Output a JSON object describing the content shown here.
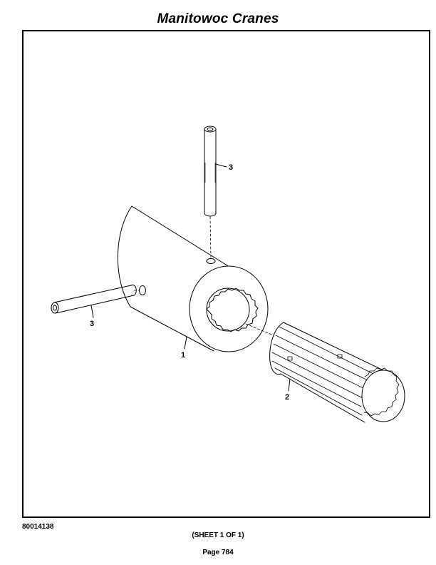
{
  "header": {
    "title": "Manitowoc Cranes"
  },
  "drawing": {
    "callouts": {
      "housing": "1",
      "splined_shaft": "2",
      "pin_vertical": "3",
      "pin_horizontal": "3"
    },
    "drawing_number": "80014138"
  },
  "footer": {
    "sheet": "(SHEET 1 OF 1)",
    "page": "Page 784"
  }
}
